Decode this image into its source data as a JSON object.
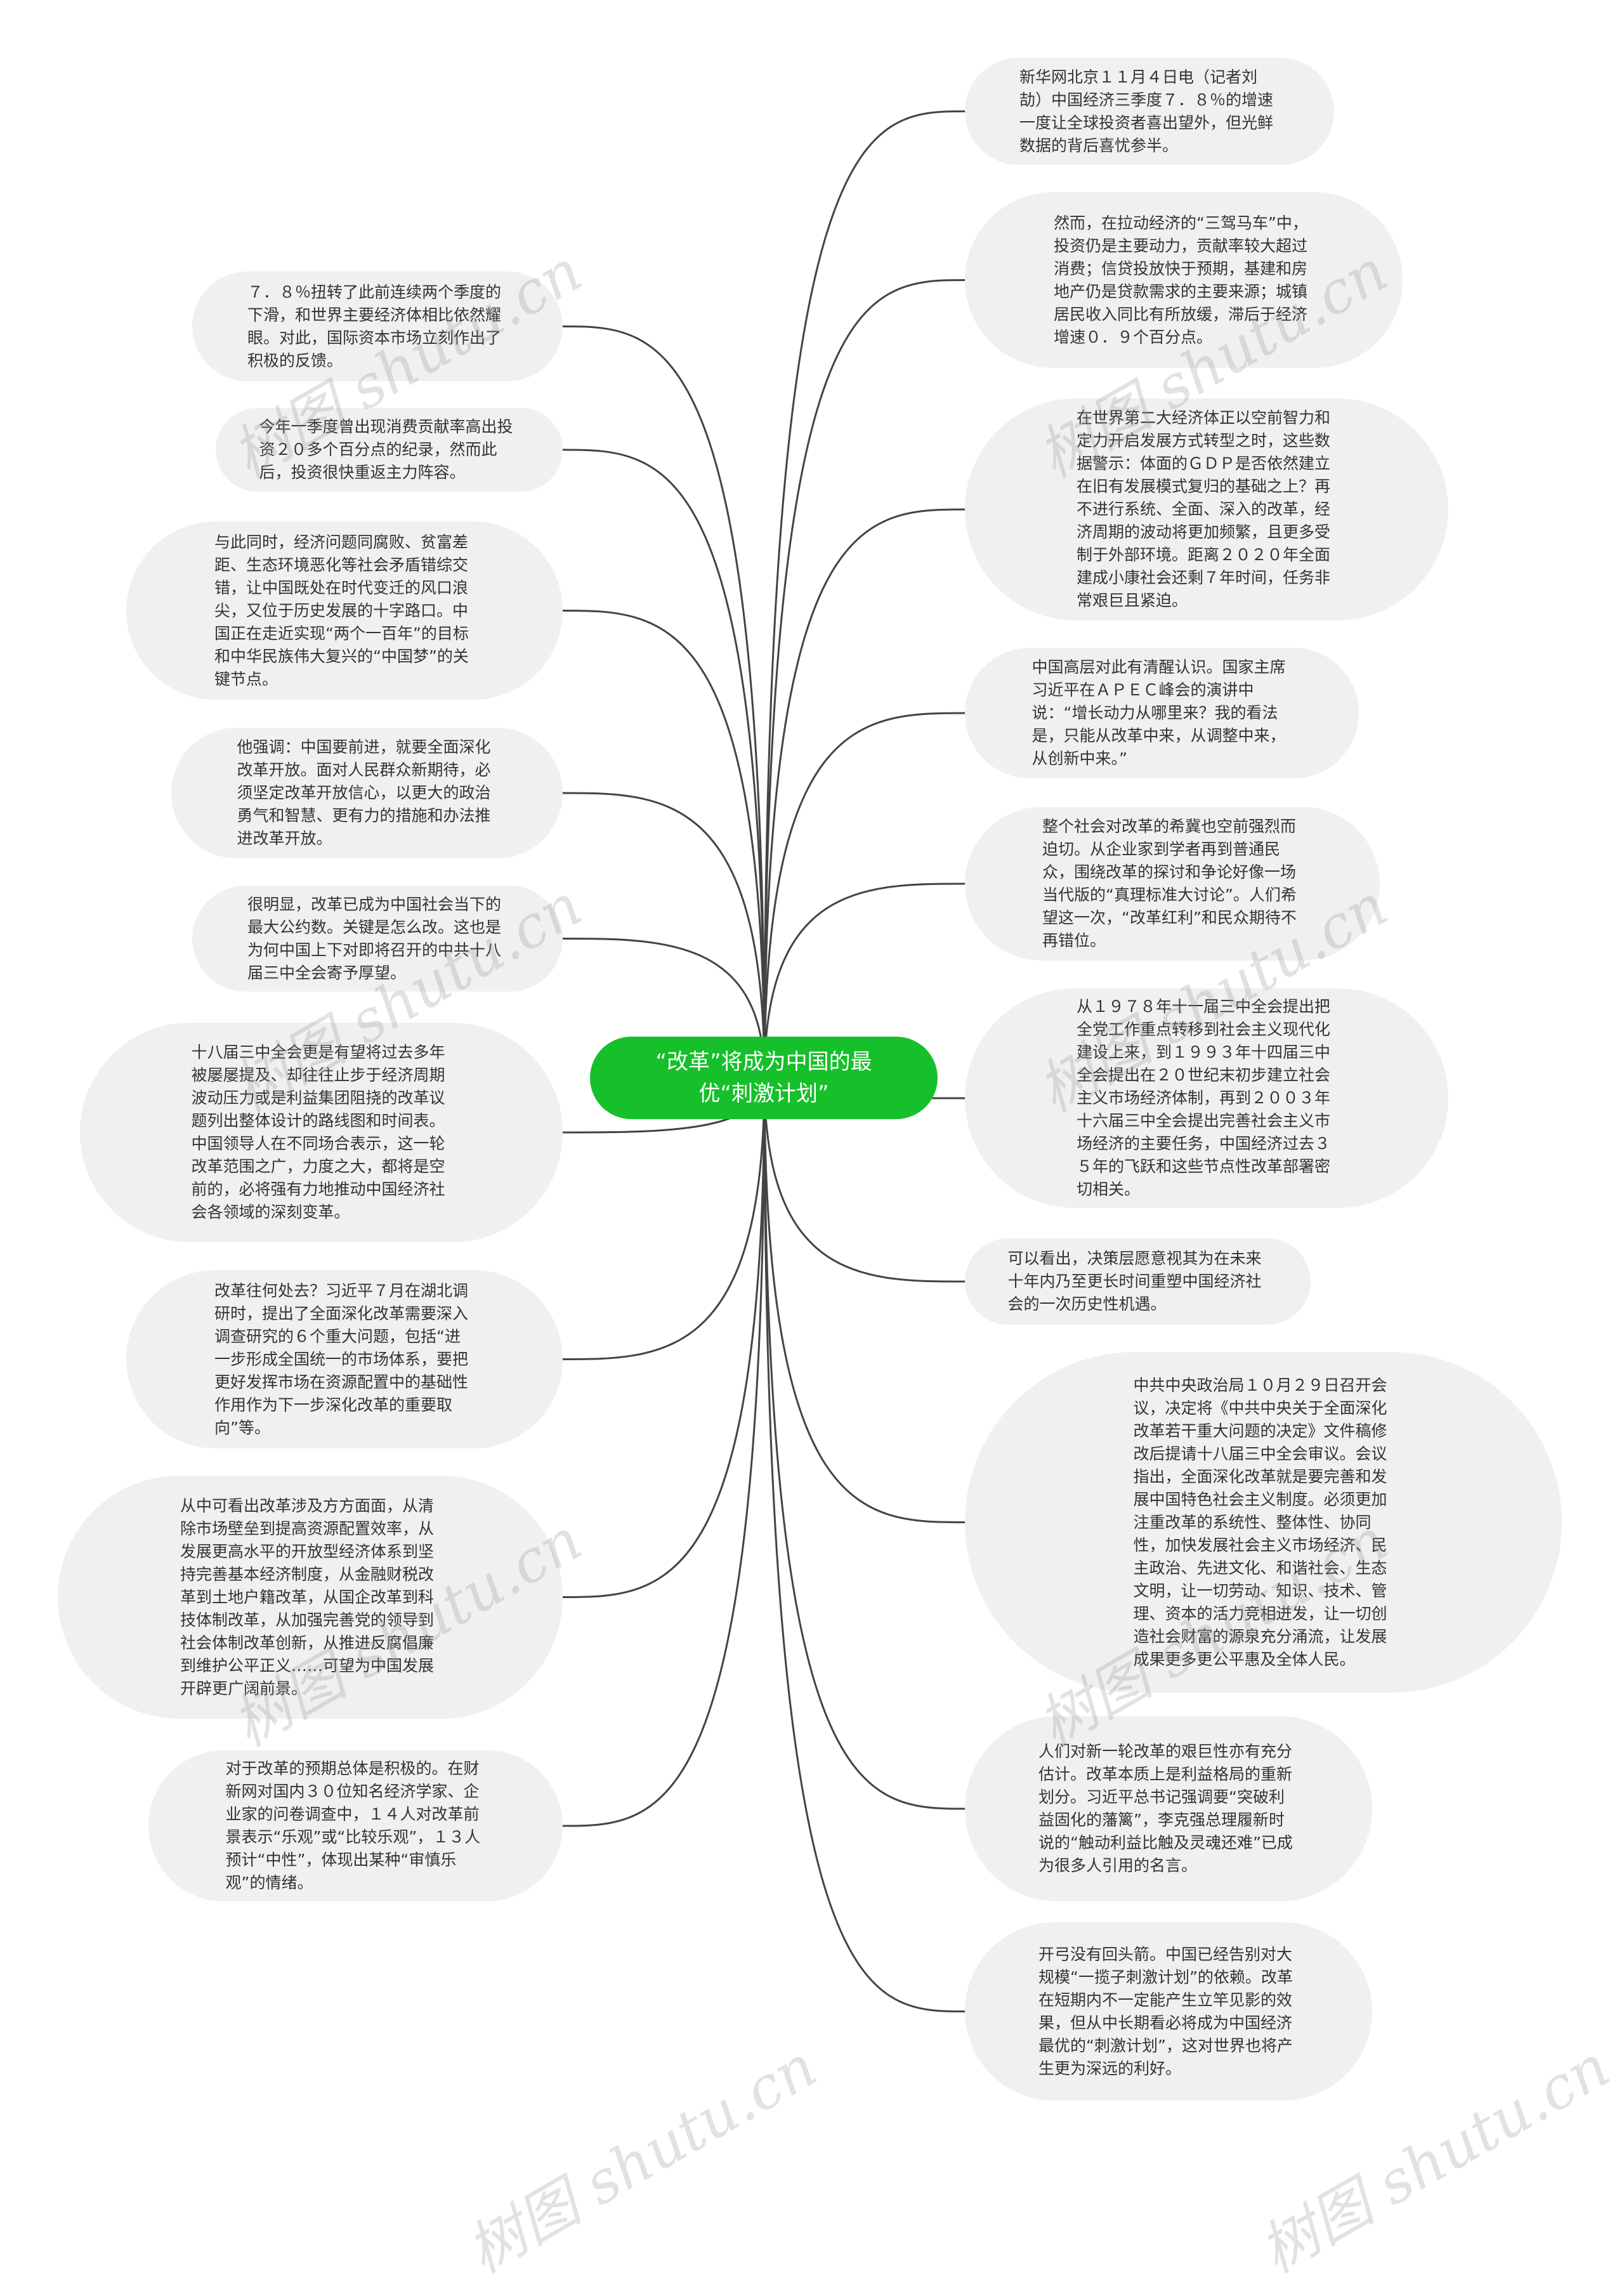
{
  "center": {
    "title": "“改革”将成为中国的最优“刺激计划”"
  },
  "watermark": "树图 shutu.cn",
  "colors": {
    "center": "#16c02a",
    "node": "#eef0f2",
    "link": "#444444"
  },
  "nodes": [
    {
      "side": "right",
      "text": "新华网北京１１月４日电（记者刘劼）中国经济三季度７．８％的增速一度让全球投资者喜出望外，但光鲜数据的背后喜忧参半。"
    },
    {
      "side": "right",
      "text": "然而，在拉动经济的“三驾马车”中，投资仍是主要动力，贡献率较大超过消费；信贷投放快于预期，基建和房地产仍是贷款需求的主要来源；城镇居民收入同比有所放缓，滞后于经济增速０．９个百分点。"
    },
    {
      "side": "right",
      "text": "在世界第二大经济体正以空前智力和定力开启发展方式转型之时，这些数据警示：体面的ＧＤＰ是否依然建立在旧有发展模式复归的基础之上？再不进行系统、全面、深入的改革，经济周期的波动将更加频繁，且更多受制于外部环境。距离２０２０年全面建成小康社会还剩７年时间，任务非常艰巨且紧迫。"
    },
    {
      "side": "right",
      "text": "中国高层对此有清醒认识。国家主席习近平在ＡＰＥＣ峰会的演讲中说：“增长动力从哪里来？我的看法是，只能从改革中来，从调整中来，从创新中来。”"
    },
    {
      "side": "right",
      "text": "整个社会对改革的希冀也空前强烈而迫切。从企业家到学者再到普通民众，围绕改革的探讨和争论好像一场当代版的“真理标准大讨论”。人们希望这一次，“改革红利”和民众期待不再错位。"
    },
    {
      "side": "right",
      "text": "从１９７８年十一届三中全会提出把全党工作重点转移到社会主义现代化建设上来，到１９９３年十四届三中全会提出在２０世纪末初步建立社会主义市场经济体制，再到２００３年十六届三中全会提出完善社会主义市场经济的主要任务，中国经济过去３５年的飞跃和这些节点性改革部署密切相关。"
    },
    {
      "side": "right",
      "text": "可以看出，决策层愿意视其为在未来十年内乃至更长时间重塑中国经济社会的一次历史性机遇。"
    },
    {
      "side": "right",
      "text": "中共中央政治局１０月２９日召开会议，决定将《中共中央关于全面深化改革若干重大问题的决定》文件稿修改后提请十八届三中全会审议。会议指出，全面深化改革就是要完善和发展中国特色社会主义制度。必须更加注重改革的系统性、整体性、协同性，加快发展社会主义市场经济、民主政治、先进文化、和谐社会、生态文明，让一切劳动、知识、技术、管理、资本的活力竞相迸发，让一切创造社会财富的源泉充分涌流，让发展成果更多更公平惠及全体人民。"
    },
    {
      "side": "right",
      "text": "人们对新一轮改革的艰巨性亦有充分估计。改革本质上是利益格局的重新划分。习近平总书记强调要“突破利益固化的藩篱”，李克强总理履新时说的“触动利益比触及灵魂还难”已成为很多人引用的名言。"
    },
    {
      "side": "right",
      "text": "开弓没有回头箭。中国已经告别对大规模“一揽子刺激计划”的依赖。改革在短期内不一定能产生立竿见影的效果，但从中长期看必将成为中国经济最优的“刺激计划”，这对世界也将产生更为深远的利好。"
    },
    {
      "side": "left",
      "text": "７．８％扭转了此前连续两个季度的下滑，和世界主要经济体相比依然耀眼。对此，国际资本市场立刻作出了积极的反馈。"
    },
    {
      "side": "left",
      "text": "今年一季度曾出现消费贡献率高出投资２０多个百分点的纪录，然而此后，投资很快重返主力阵容。"
    },
    {
      "side": "left",
      "text": "与此同时，经济问题同腐败、贫富差距、生态环境恶化等社会矛盾错综交错，让中国既处在时代变迁的风口浪尖，又位于历史发展的十字路口。中国正在走近实现“两个一百年”的目标和中华民族伟大复兴的“中国梦”的关键节点。"
    },
    {
      "side": "left",
      "text": "他强调：中国要前进，就要全面深化改革开放。面对人民群众新期待，必须坚定改革开放信心，以更大的政治勇气和智慧、更有力的措施和办法推进改革开放。"
    },
    {
      "side": "left",
      "text": "很明显，改革已成为中国社会当下的最大公约数。关键是怎么改。这也是为何中国上下对即将召开的中共十八届三中全会寄予厚望。"
    },
    {
      "side": "left",
      "text": "十八届三中全会更是有望将过去多年被屡屡提及、却往往止步于经济周期波动压力或是利益集团阻挠的改革议题列出整体设计的路线图和时间表。中国领导人在不同场合表示，这一轮改革范围之广，力度之大，都将是空前的，必将强有力地推动中国经济社会各领域的深刻变革。"
    },
    {
      "side": "left",
      "text": "改革往何处去？习近平７月在湖北调研时，提出了全面深化改革需要深入调查研究的６个重大问题，包括“进一步形成全国统一的市场体系，要把更好发挥市场在资源配置中的基础性作用作为下一步深化改革的重要取向”等。"
    },
    {
      "side": "left",
      "text": "从中可看出改革涉及方方面面，从清除市场壁垒到提高资源配置效率，从发展更高水平的开放型经济体系到坚持完善基本经济制度，从金融财税改革到土地户籍改革，从国企改革到科技体制改革，从加强完善党的领导到社会体制改革创新，从推进反腐倡廉到维护公平正义……可望为中国发展开辟更广阔前景。"
    },
    {
      "side": "left",
      "text": "对于改革的预期总体是积极的。在财新网对国内３０位知名经济学家、企业家的问卷调查中，１４人对改革前景表示“乐观”或“比较乐观”，１３人预计“中性”，体现出某种“审慎乐观”的情绪。"
    }
  ]
}
